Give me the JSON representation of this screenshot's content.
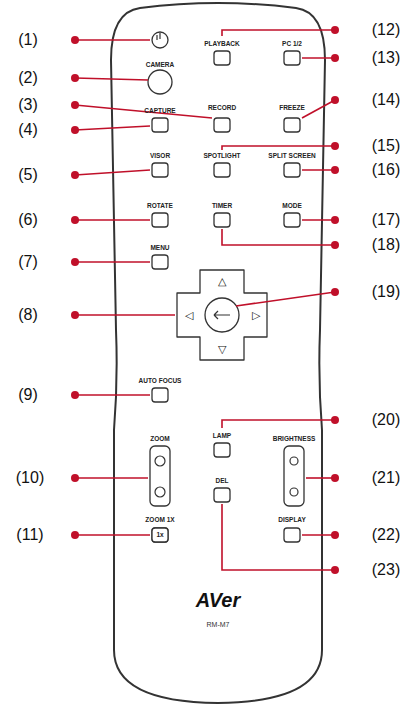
{
  "diagram": {
    "labels": [
      "(1)",
      "(2)",
      "(3)",
      "(4)",
      "(5)",
      "(6)",
      "(7)",
      "(8)",
      "(9)",
      "(10)",
      "(11)",
      "(12)",
      "(13)",
      "(14)",
      "(15)",
      "(16)",
      "(17)",
      "(18)",
      "(19)",
      "(20)",
      "(21)",
      "(22)",
      "(23)",
      "CAMERA",
      "PLAYBACK",
      "PC 1/2",
      "CAPTURE",
      "RECORD",
      "FREEZE",
      "VISOR",
      "SPOTLIGHT",
      "SPLIT SCREEN",
      "ROTATE",
      "TIMER",
      "MODE",
      "MENU",
      "AUTO FOCUS",
      "ZOOM",
      "ZOOM 1X",
      "LAMP",
      "DEL",
      "BRIGHTNESS",
      "DISPLAY",
      "1x",
      "△",
      "◁",
      "▷",
      "▽",
      "AVer",
      "RM-M7"
    ]
  }
}
